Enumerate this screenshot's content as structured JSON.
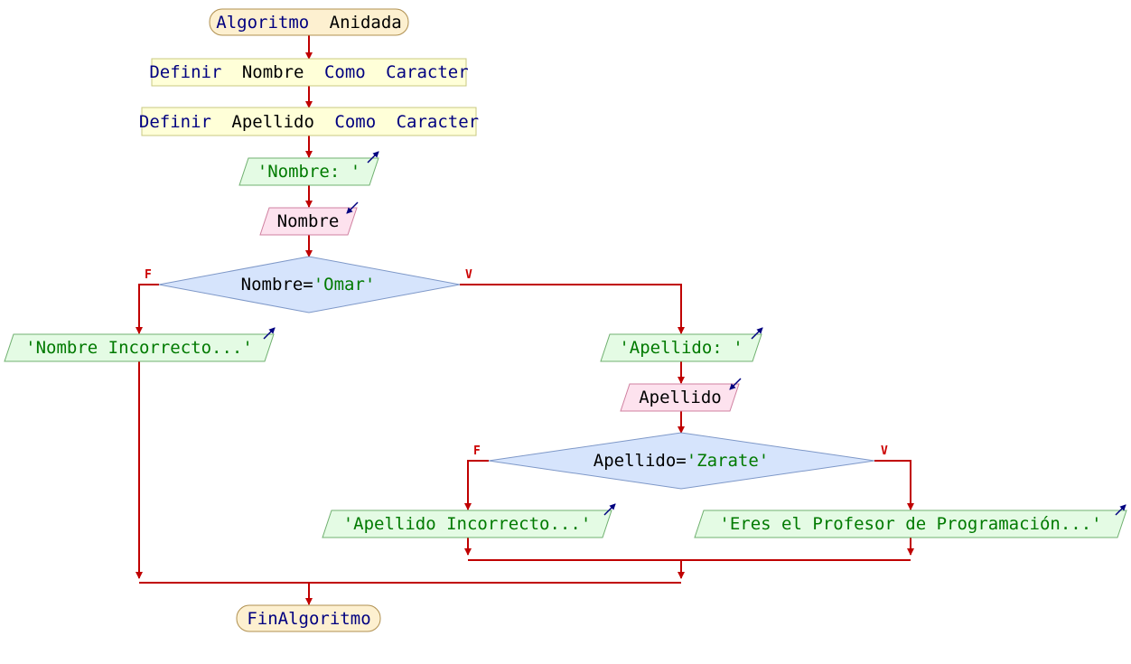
{
  "diagram": {
    "start": {
      "keyword": "Algoritmo",
      "name": "Anidada"
    },
    "definitions": [
      {
        "kw1": "Definir",
        "var": "Nombre",
        "kw2": "Como",
        "type": "Caracter"
      },
      {
        "kw1": "Definir",
        "var": "Apellido",
        "kw2": "Como",
        "type": "Caracter"
      }
    ],
    "output_nombre_prompt": "'Nombre: '",
    "input_nombre": "Nombre",
    "decision_1": {
      "var": "Nombre",
      "op": "=",
      "value": "'Omar'",
      "false_label": "F",
      "true_label": "V"
    },
    "output_nombre_incorrecto": "'Nombre Incorrecto...'",
    "output_apellido_prompt": "'Apellido: '",
    "input_apellido": "Apellido",
    "decision_2": {
      "var": "Apellido",
      "op": "=",
      "value": "'Zarate'",
      "false_label": "F",
      "true_label": "V"
    },
    "output_apellido_incorrecto": "'Apellido Incorrecto...'",
    "output_profesor": "'Eres el Profesor de Programación...'",
    "end": "FinAlgoritmo"
  },
  "colors": {
    "terminal_fill": "#fdf0d0",
    "terminal_stroke": "#b09050",
    "process_fill": "#ffffd8",
    "process_stroke": "#c8c880",
    "output_fill": "#e4fbe4",
    "output_stroke": "#70b070",
    "input_fill": "#fde2ee",
    "input_stroke": "#d080a0",
    "decision_fill": "#d6e4fc",
    "decision_stroke": "#7e98c8",
    "connector": "#c00000",
    "keyword": "#000080",
    "string": "#007a00",
    "io_arrow": "#000080"
  }
}
